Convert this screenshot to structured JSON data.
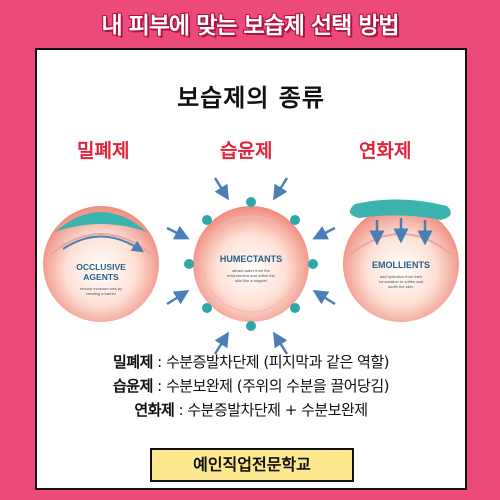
{
  "banner": {
    "title": "내 피부에 맞는 보습제 선택 방법"
  },
  "card": {
    "title": "보습제의 종류"
  },
  "types": [
    {
      "label": "밀폐제",
      "circle_title": [
        "OCCLUSIVE",
        "AGENTS"
      ],
      "circle_desc": [
        "reduce moisture loss by",
        "creating a barrier"
      ]
    },
    {
      "label": "습윤제",
      "circle_title": [
        "HUMECTANTS"
      ],
      "circle_desc": [
        "attract water from the",
        "environment and within the",
        "skin like a magnet"
      ]
    },
    {
      "label": "연화제",
      "circle_title": [
        "EMOLLIENTS"
      ],
      "circle_desc": [
        "add hydration from their",
        "formulation to soften and",
        "sooth the skin."
      ]
    }
  ],
  "descriptions": [
    {
      "term": "밀폐제",
      "text": " : 수분증발차단제 (피지막과 같은 역할)"
    },
    {
      "term": "습윤제",
      "text": " : 수분보완제 (주위의 수분을 끌어당김)"
    },
    {
      "term": "연화제",
      "text": " : 수분증발차단제 + 수분보완제"
    }
  ],
  "footer": {
    "label": "예인직업전문학교"
  },
  "colors": {
    "background": "#ec4b7a",
    "label_red": "#e0243c",
    "footer_bg": "#fde890",
    "teal": "#2fa7a7",
    "arrow_blue": "#4a7fb5"
  }
}
